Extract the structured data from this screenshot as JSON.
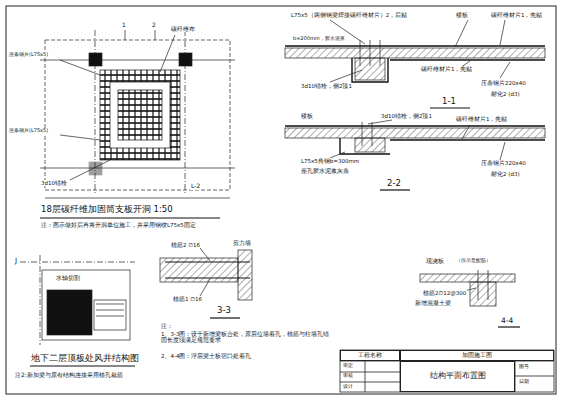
{
  "diagram": {
    "nodes": [
      {
        "text": [
          "工程名称"
        ]
      },
      {
        "text": [
          "加固施工图"
        ]
      },
      {
        "text": [
          "结构平面布置图"
        ]
      }
    ],
    "labels": [
      "18层碳纤维加固筒支板开洞 1:50",
      "注：图示做好后再将开洞单位施工，并采用钢绞L75x5固定",
      "压条钢片(L75x5)",
      "压条钢片(L75x5)",
      "碳纤维布",
      "3d10锚栓",
      "1",
      "2",
      "L-2",
      "L75x5（两侧钢梁焊接碳纤维材片）2，后贴",
      "b=200mm，胶水泥浆",
      "楼板",
      "碳纤维材片1，先贴",
      "3d10锚栓，侧2顶1",
      "碳纤维材片1，先贴",
      "压条钢片220x40",
      "耐化2 (d3)",
      "1-1",
      "楼板",
      "3d10锚栓，侧2顶1",
      "碳纤维材片1，先贴",
      "L75x5角钢b=300mm",
      "座孔胶水泥浆灰条",
      "压条钢片320x40",
      "耐化2 (d3)",
      "2-2",
      "J",
      "水轴切割",
      "地下二层顶板处风井结构图",
      "注2:新加梁与原有结构连接采用植孔栽筋",
      "剪力墙",
      "植筋2 ∅16",
      "植筋1 ∅16",
      "3-3",
      "注：",
      "1、3-3图：设于新增梁板合处，原层位墙着孔，植筋与柱墙孔锚固长度须满足规范要求",
      "2、4-4图：浮层梁土板宿口处着孔",
      "现浇板",
      "（仅示意配筋）",
      "植筋2∅12@300",
      "新增混凝土梁",
      "4-4",
      "审定",
      "审核",
      "设计",
      "图号",
      "日期"
    ]
  }
}
